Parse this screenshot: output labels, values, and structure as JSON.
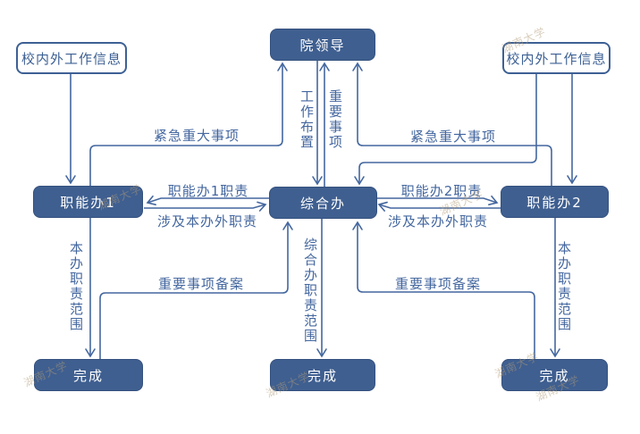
{
  "diagram": {
    "nodes": {
      "leader": {
        "label": "院领导"
      },
      "info_left": {
        "label": "校内外工作信息"
      },
      "info_right": {
        "label": "校内外工作信息"
      },
      "office1": {
        "label": "职能办1"
      },
      "general_office": {
        "label": "综合办"
      },
      "office2": {
        "label": "职能办2"
      },
      "done_left": {
        "label": "完成"
      },
      "done_center": {
        "label": "完成"
      },
      "done_right": {
        "label": "完成"
      }
    },
    "edge_labels": {
      "urgent_left": "紧急重大事项",
      "urgent_right": "紧急重大事项",
      "work_assignment": "工作布置",
      "important_matters": "重要事项",
      "office1_duty": "职能办1职责",
      "office2_duty": "职能办2职责",
      "outside_duty_left": "涉及本办外职责",
      "outside_duty_right": "涉及本办外职责",
      "own_duty_scope_left": "本办职责范围",
      "general_duty_scope": "综合办职责范围",
      "own_duty_scope_right": "本办职责范围",
      "record_left": "重要事项备案",
      "record_right": "重要事项备案"
    },
    "watermark_text": "湖南大学",
    "colors": {
      "node_fill": "#3f5f90",
      "node_text": "#ffffff",
      "outline_node_border": "#3d6094",
      "connector": "#44679f",
      "label_text": "#44679f",
      "watermark": "#b29c78"
    }
  }
}
